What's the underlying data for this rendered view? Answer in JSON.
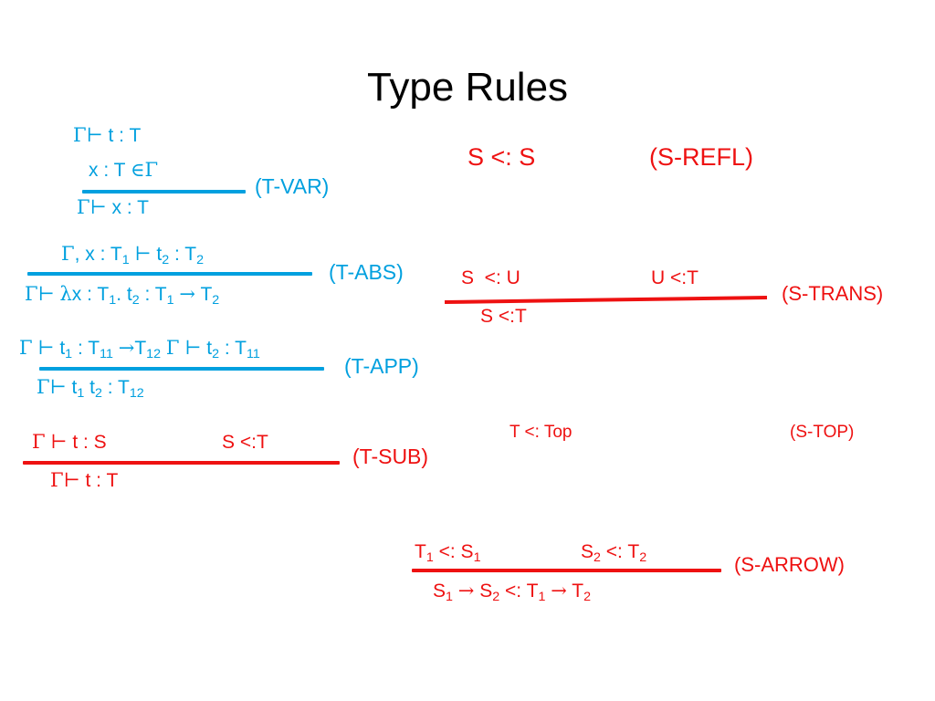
{
  "title": "Type Rules",
  "colors": {
    "typing": "#00a0df",
    "subtyping": "#ee1111"
  },
  "symbols": {
    "gamma": "Γ",
    "turnstile": "⊢",
    "element_of": "∈",
    "lambda": "λ",
    "arrow": "→"
  },
  "t_var": {
    "premise_1": "t : T",
    "premise_2a": "x : T",
    "conclusion": "x : T",
    "label": "(T-VAR)"
  },
  "t_abs": {
    "premise": {
      "a": ", x : T",
      "s1": "1",
      "b": "t",
      "s2": "2",
      "c": ": T",
      "s3": "2"
    },
    "conclusion": {
      "a": "x : T",
      "s1": "1",
      "b": ". t",
      "s2": "2",
      "c": ":  T",
      "s3": "1",
      "d": "T",
      "s4": "2"
    },
    "label": "(T-ABS)"
  },
  "t_app": {
    "premise": {
      "a": "t",
      "s1": "1",
      "b": ": T",
      "s2": "11",
      "c": "T",
      "s3": "12",
      "d": "t",
      "s4": "2",
      "e": ": T",
      "s5": "11"
    },
    "conclusion": {
      "a": "t",
      "s1": "1",
      "b": "t",
      "s2": "2",
      "c": ": T",
      "s3": "12"
    },
    "label": "(T-APP)"
  },
  "t_sub": {
    "premise_1": "t : S",
    "premise_2": "S <:T",
    "conclusion": "t : T",
    "label": "(T-SUB)"
  },
  "s_refl": {
    "rule": "S <: S",
    "label": "(S-REFL)"
  },
  "s_trans": {
    "premise_1": "S  <: U",
    "premise_2": "U <:T",
    "conclusion": "S <:T",
    "label": "(S-TRANS)"
  },
  "s_top": {
    "rule": "T <: Top",
    "label": "(S-TOP)"
  },
  "s_arrow": {
    "premise_1": {
      "a": "T",
      "s1": "1",
      "b": "<: S",
      "s2": "1"
    },
    "premise_2": {
      "a": "S",
      "s1": "2",
      "b": "<: T",
      "s2": "2"
    },
    "conclusion": {
      "a": "S",
      "s1": "1",
      "b": "S",
      "s2": "2",
      "c": "<: T",
      "s3": "1",
      "d": "T",
      "s4": "2"
    },
    "label": "(S-ARROW)"
  }
}
